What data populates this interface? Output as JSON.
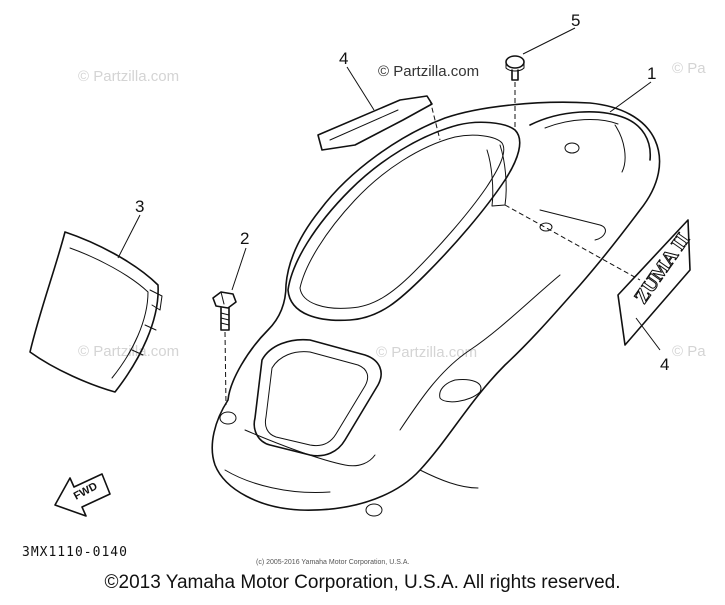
{
  "callouts": {
    "c1": "1",
    "c2": "2",
    "c3": "3",
    "c4a": "4",
    "c4b": "4",
    "c5": "5"
  },
  "watermark": {
    "text": "© Partzilla.com",
    "main": "© Partzilla.com",
    "edge_left": "© Partzilla.com",
    "edge_right": "© Pa"
  },
  "arrow_label": "FWD",
  "emblem_text": "ZUMA II",
  "diagram_code": "3MX1110-0140",
  "small_copyright": "(c) 2005-2016 Yamaha Motor Corporation, U.S.A.",
  "footer_copyright": "©2013 Yamaha Motor Corporation, U.S.A. All rights reserved."
}
